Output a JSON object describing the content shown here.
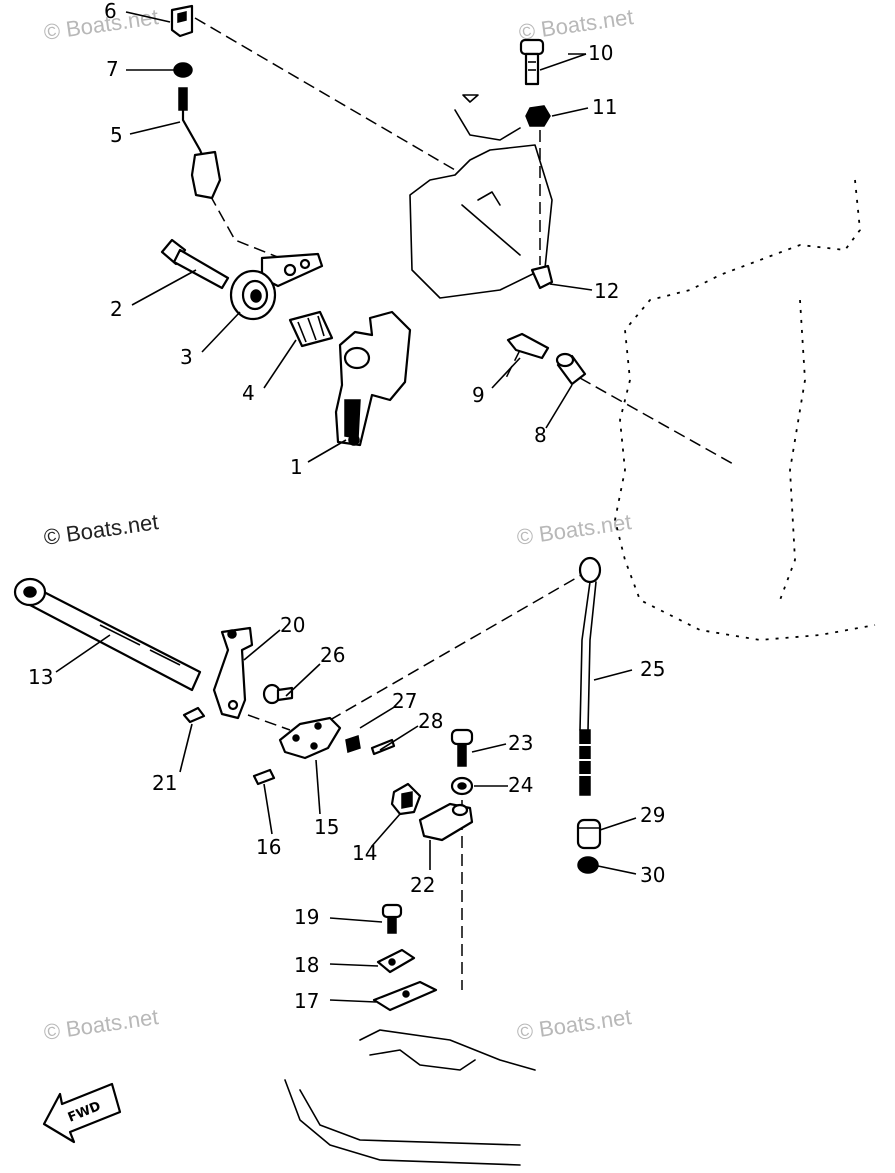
{
  "watermark": "© Boats.net",
  "fwd_label": "FWD",
  "callouts": {
    "p1": "1",
    "p2": "2",
    "p3": "3",
    "p4": "4",
    "p5": "5",
    "p6": "6",
    "p7": "7",
    "p8": "8",
    "p9": "9",
    "p10": "10",
    "p11": "11",
    "p12": "12",
    "p13": "13",
    "p14": "14",
    "p15": "15",
    "p16": "16",
    "p17": "17",
    "p18": "18",
    "p19": "19",
    "p20": "20",
    "p21": "21",
    "p22": "22",
    "p23": "23",
    "p24": "24",
    "p25": "25",
    "p26": "26",
    "p27": "27",
    "p28": "28",
    "p29": "29",
    "p30": "30"
  }
}
